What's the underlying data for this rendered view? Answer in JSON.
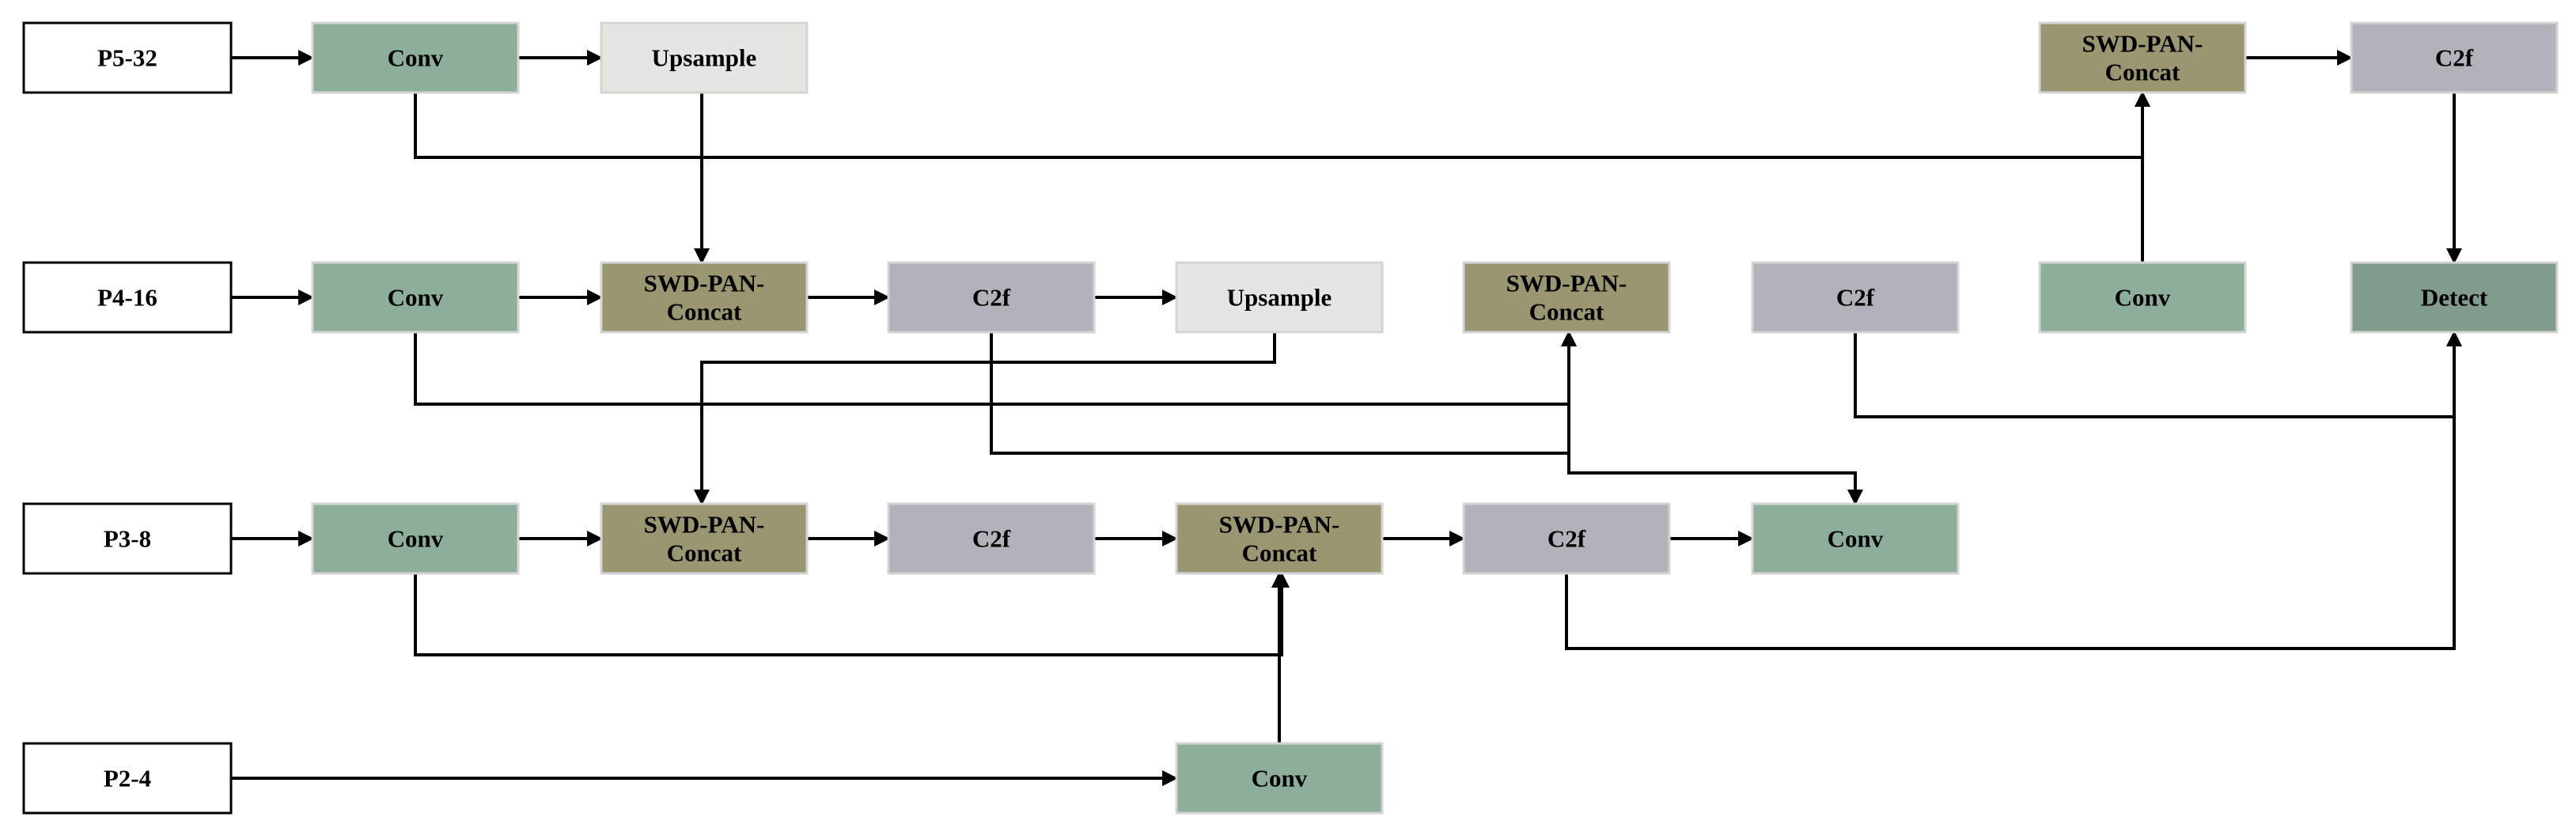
{
  "colors": {
    "input": "#ffffff",
    "conv": "#8eae9c",
    "upsample": "#e4e6e2",
    "concat": "#9a9672",
    "c2f": "#b2b2ba",
    "detect": "#819b8d"
  },
  "nodes": [
    {
      "id": "p5",
      "kind": "input",
      "lines": [
        "P5-32"
      ]
    },
    {
      "id": "p4",
      "kind": "input",
      "lines": [
        "P4-16"
      ]
    },
    {
      "id": "p3",
      "kind": "input",
      "lines": [
        "P3-8"
      ]
    },
    {
      "id": "p2",
      "kind": "input",
      "lines": [
        "P2-4"
      ]
    },
    {
      "id": "conv5",
      "kind": "conv",
      "lines": [
        "Conv"
      ]
    },
    {
      "id": "up5",
      "kind": "upsample",
      "lines": [
        "Upsample"
      ]
    },
    {
      "id": "conv4",
      "kind": "conv",
      "lines": [
        "Conv"
      ]
    },
    {
      "id": "cat4",
      "kind": "concat",
      "lines": [
        "SWD-PAN-",
        "Concat"
      ]
    },
    {
      "id": "c2f4",
      "kind": "c2f",
      "lines": [
        "C2f"
      ]
    },
    {
      "id": "up4",
      "kind": "upsample",
      "lines": [
        "Upsample"
      ]
    },
    {
      "id": "cat4b",
      "kind": "concat",
      "lines": [
        "SWD-PAN-",
        "Concat"
      ]
    },
    {
      "id": "c2f4b",
      "kind": "c2f",
      "lines": [
        "C2f"
      ]
    },
    {
      "id": "conv4b",
      "kind": "conv",
      "lines": [
        "Conv"
      ]
    },
    {
      "id": "detect",
      "kind": "detect",
      "lines": [
        "Detect"
      ]
    },
    {
      "id": "cat5",
      "kind": "concat",
      "lines": [
        "SWD-PAN-",
        "Concat"
      ]
    },
    {
      "id": "c2f5",
      "kind": "c2f",
      "lines": [
        "C2f"
      ]
    },
    {
      "id": "conv3",
      "kind": "conv",
      "lines": [
        "Conv"
      ]
    },
    {
      "id": "cat3",
      "kind": "concat",
      "lines": [
        "SWD-PAN-",
        "Concat"
      ]
    },
    {
      "id": "c2f3",
      "kind": "c2f",
      "lines": [
        "C2f"
      ]
    },
    {
      "id": "cat3b",
      "kind": "concat",
      "lines": [
        "SWD-PAN-",
        "Concat"
      ]
    },
    {
      "id": "c2f3b",
      "kind": "c2f",
      "lines": [
        "C2f"
      ]
    },
    {
      "id": "conv3b",
      "kind": "conv",
      "lines": [
        "Conv"
      ]
    },
    {
      "id": "conv2",
      "kind": "conv",
      "lines": [
        "Conv"
      ]
    }
  ],
  "edges": [
    {
      "from": "p5",
      "to": "conv5"
    },
    {
      "from": "conv5",
      "to": "up5"
    },
    {
      "from": "up5",
      "to": "cat4"
    },
    {
      "from": "conv5",
      "to": "cat5"
    },
    {
      "from": "cat5",
      "to": "c2f5"
    },
    {
      "from": "c2f5",
      "to": "detect"
    },
    {
      "from": "p4",
      "to": "conv4"
    },
    {
      "from": "conv4",
      "to": "cat4"
    },
    {
      "from": "cat4",
      "to": "c2f4"
    },
    {
      "from": "c2f4",
      "to": "up4"
    },
    {
      "from": "up4",
      "to": "cat3"
    },
    {
      "from": "conv4",
      "to": "cat4b"
    },
    {
      "from": "c2f4",
      "to": "cat4b"
    },
    {
      "from": "c2f4",
      "to": "conv3b"
    },
    {
      "from": "conv4b",
      "to": "cat5"
    },
    {
      "from": "c2f4b",
      "to": "detect"
    },
    {
      "from": "p3",
      "to": "conv3"
    },
    {
      "from": "conv3",
      "to": "cat3"
    },
    {
      "from": "cat3",
      "to": "c2f3"
    },
    {
      "from": "c2f3",
      "to": "cat3b"
    },
    {
      "from": "cat3b",
      "to": "c2f3b"
    },
    {
      "from": "c2f3b",
      "to": "conv3b"
    },
    {
      "from": "conv3",
      "to": "cat3b"
    },
    {
      "from": "c2f3b",
      "to": "detect"
    },
    {
      "from": "p2",
      "to": "conv2"
    },
    {
      "from": "conv2",
      "to": "cat3b"
    }
  ]
}
